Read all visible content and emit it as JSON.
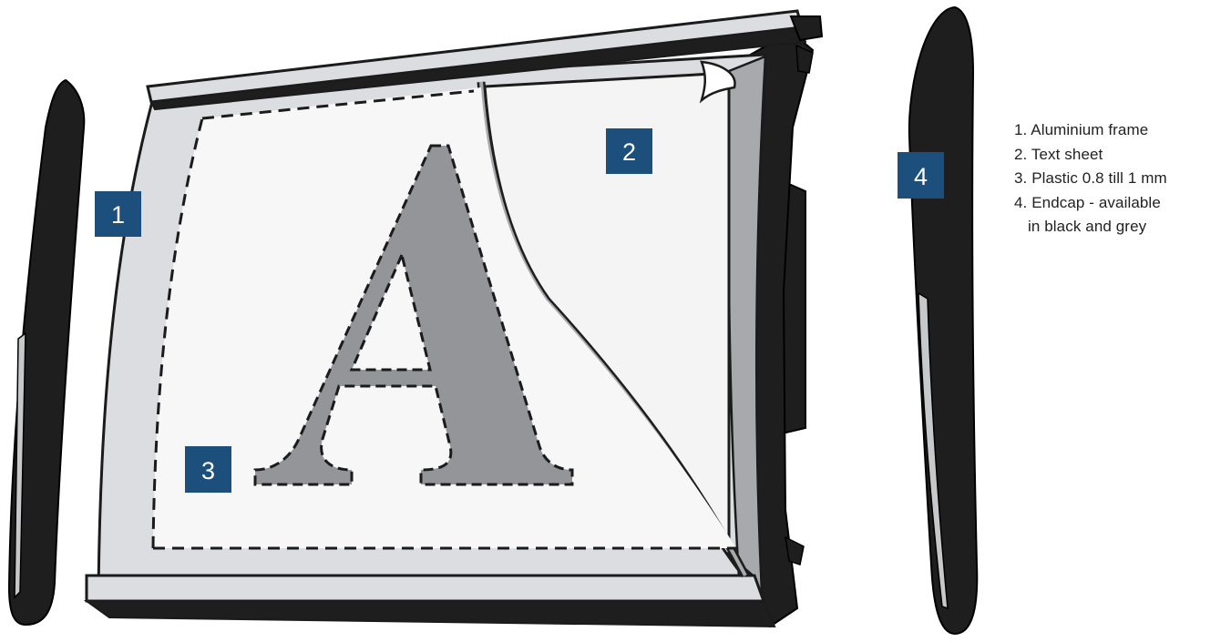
{
  "markers": {
    "m1": "1",
    "m2": "2",
    "m3": "3",
    "m4": "4"
  },
  "legend": {
    "item1": "1. Aluminium frame",
    "item2": "2. Text sheet",
    "item3": "3. Plastic 0.8 till 1 mm",
    "item4": "4. Endcap - available",
    "item4_cont": "in black and grey"
  },
  "sign_letter": "A",
  "colors": {
    "marker_fill": "#1d4f7c",
    "frame_light": "#dcdde0",
    "frame_mid": "#a7a9ad",
    "endcap": "#1e1e1e",
    "letter_grey": "#939598",
    "sheet": "#f7f7f7"
  }
}
